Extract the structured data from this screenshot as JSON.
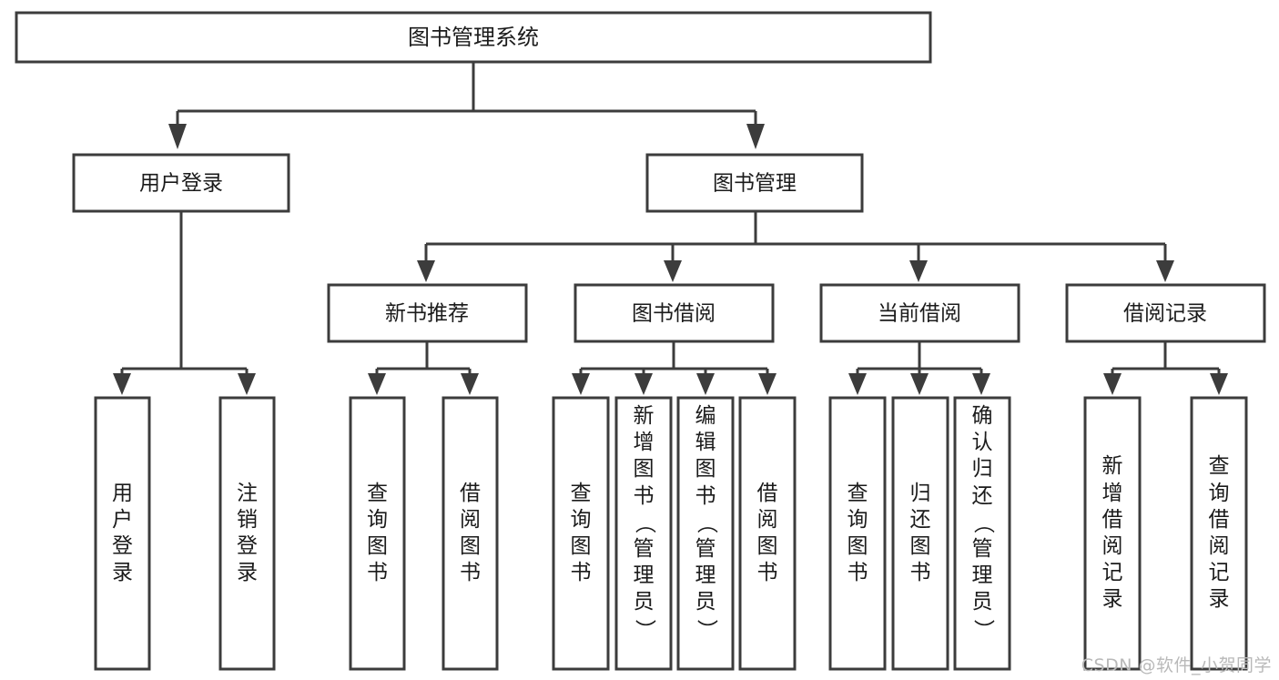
{
  "diagram": {
    "title": "图书管理系统",
    "type": "tree-hierarchy-flowchart",
    "colors": {
      "box_stroke": "#3c3c3c",
      "box_fill": "#ffffff",
      "connector": "#3c3c3c",
      "text": "#1b1b1b",
      "watermark": "#b9b9b9",
      "background": "#ffffff"
    },
    "watermark": "CSDN @软件_小贺同学",
    "root": {
      "label": "图书管理系统"
    },
    "level2": [
      {
        "label": "用户登录"
      },
      {
        "label": "图书管理"
      }
    ],
    "level3": [
      {
        "label": "新书推荐"
      },
      {
        "label": "图书借阅"
      },
      {
        "label": "当前借阅"
      },
      {
        "label": "借阅记录"
      }
    ],
    "leaves": {
      "user_login": [
        {
          "label": "用户登录"
        },
        {
          "label": "注销登录"
        }
      ],
      "new_book_recommend": [
        {
          "label": "查询图书"
        },
        {
          "label": "借阅图书"
        }
      ],
      "book_borrow": [
        {
          "label": "查询图书"
        },
        {
          "label": "新增图书（管理员）"
        },
        {
          "label": "编辑图书（管理员）"
        },
        {
          "label": "借阅图书"
        }
      ],
      "current_borrow": [
        {
          "label": "查询图书"
        },
        {
          "label": "归还图书"
        },
        {
          "label": "确认归还（管理员）"
        }
      ],
      "borrow_records": [
        {
          "label": "新增借阅记录"
        },
        {
          "label": "查询借阅记录"
        }
      ]
    }
  }
}
